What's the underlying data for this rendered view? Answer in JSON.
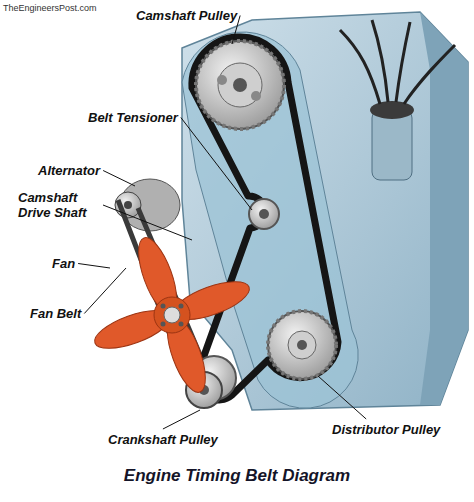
{
  "diagram": {
    "title": "Engine Timing Belt Diagram",
    "labels": [
      "TheEngineersPost.com",
      "Camshaft Pulley",
      "Belt Tensioner",
      "Alternator",
      "Camshaft Drive Shaft",
      "Fan",
      "Fan Belt",
      "Crankshaft Pulley",
      "Distributor Pulley"
    ]
  }
}
